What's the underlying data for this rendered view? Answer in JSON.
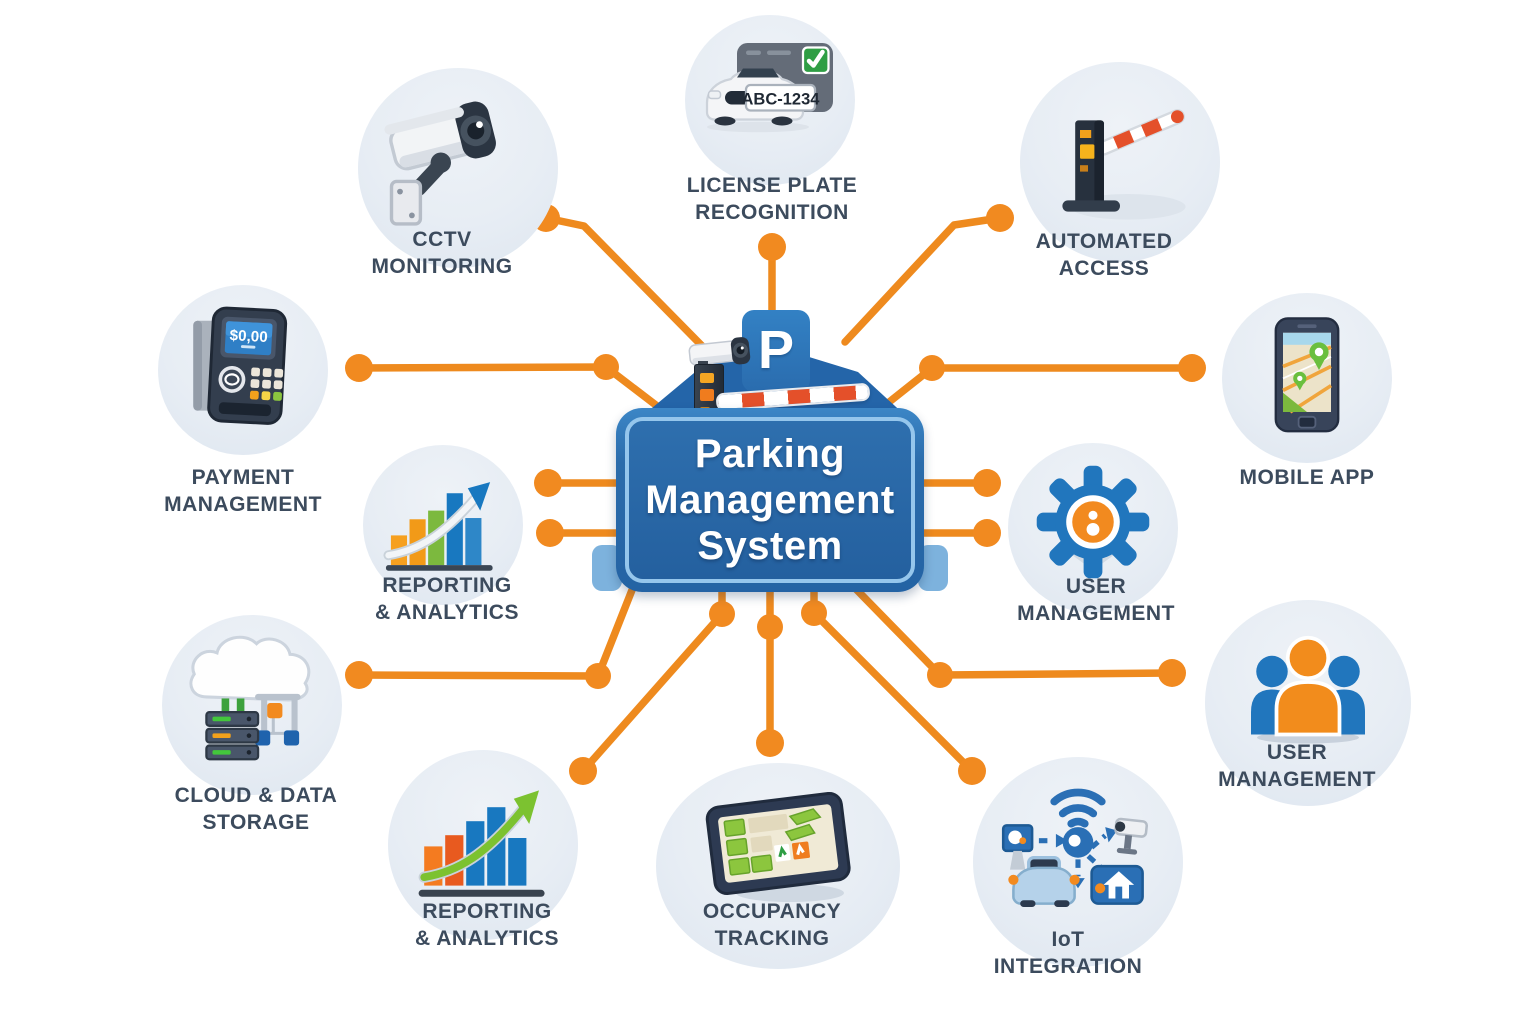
{
  "center": {
    "p_badge": "P",
    "line1": "Parking",
    "line2": "Management",
    "line3": "System"
  },
  "nodes": {
    "cctv": {
      "line1": "CCTV",
      "line2": "MONITORING"
    },
    "license_plate": {
      "line1": "LICENSE PLATE",
      "line2": "RECOGNITION",
      "plate_text": "ABC-1234"
    },
    "automated_access": {
      "line1": "AUTOMATED",
      "line2": "ACCESS"
    },
    "payment": {
      "line1": "PAYMENT",
      "line2": "MANAGEMENT",
      "screen_text": "$0,00"
    },
    "reporting_mid": {
      "line1": "REPORTING",
      "line2": "& ANALYTICS"
    },
    "cloud": {
      "line1": "CLOUD & DATA",
      "line2": "STORAGE"
    },
    "reporting_bottom": {
      "line1": "REPORTING",
      "line2": "& ANALYTICS"
    },
    "occupancy": {
      "line1": "OCCUPANCY",
      "line2": "TRACKING"
    },
    "iot": {
      "line1": "IoT",
      "line2": "INTEGRATION"
    },
    "mobile": {
      "line1": "MOBILE APP",
      "line2": ""
    },
    "user_gear": {
      "line1": "USER",
      "line2": "MANAGEMENT"
    },
    "user_people": {
      "line1": "USER",
      "line2": "MANAGEMENT"
    }
  },
  "colors": {
    "connector": "#EE8A1E",
    "connector_dot": "#F18A20",
    "bubble_fill": "#E8EDF4",
    "label_text": "#3C4B5D",
    "center_box_blue": "#2A6AAB",
    "center_box_border": "#95C6EC",
    "barrier_stripe": "#E4502A",
    "accent_orange": "#F28A1F",
    "accent_blue": "#2176BD",
    "accent_green": "#7CB93E"
  }
}
